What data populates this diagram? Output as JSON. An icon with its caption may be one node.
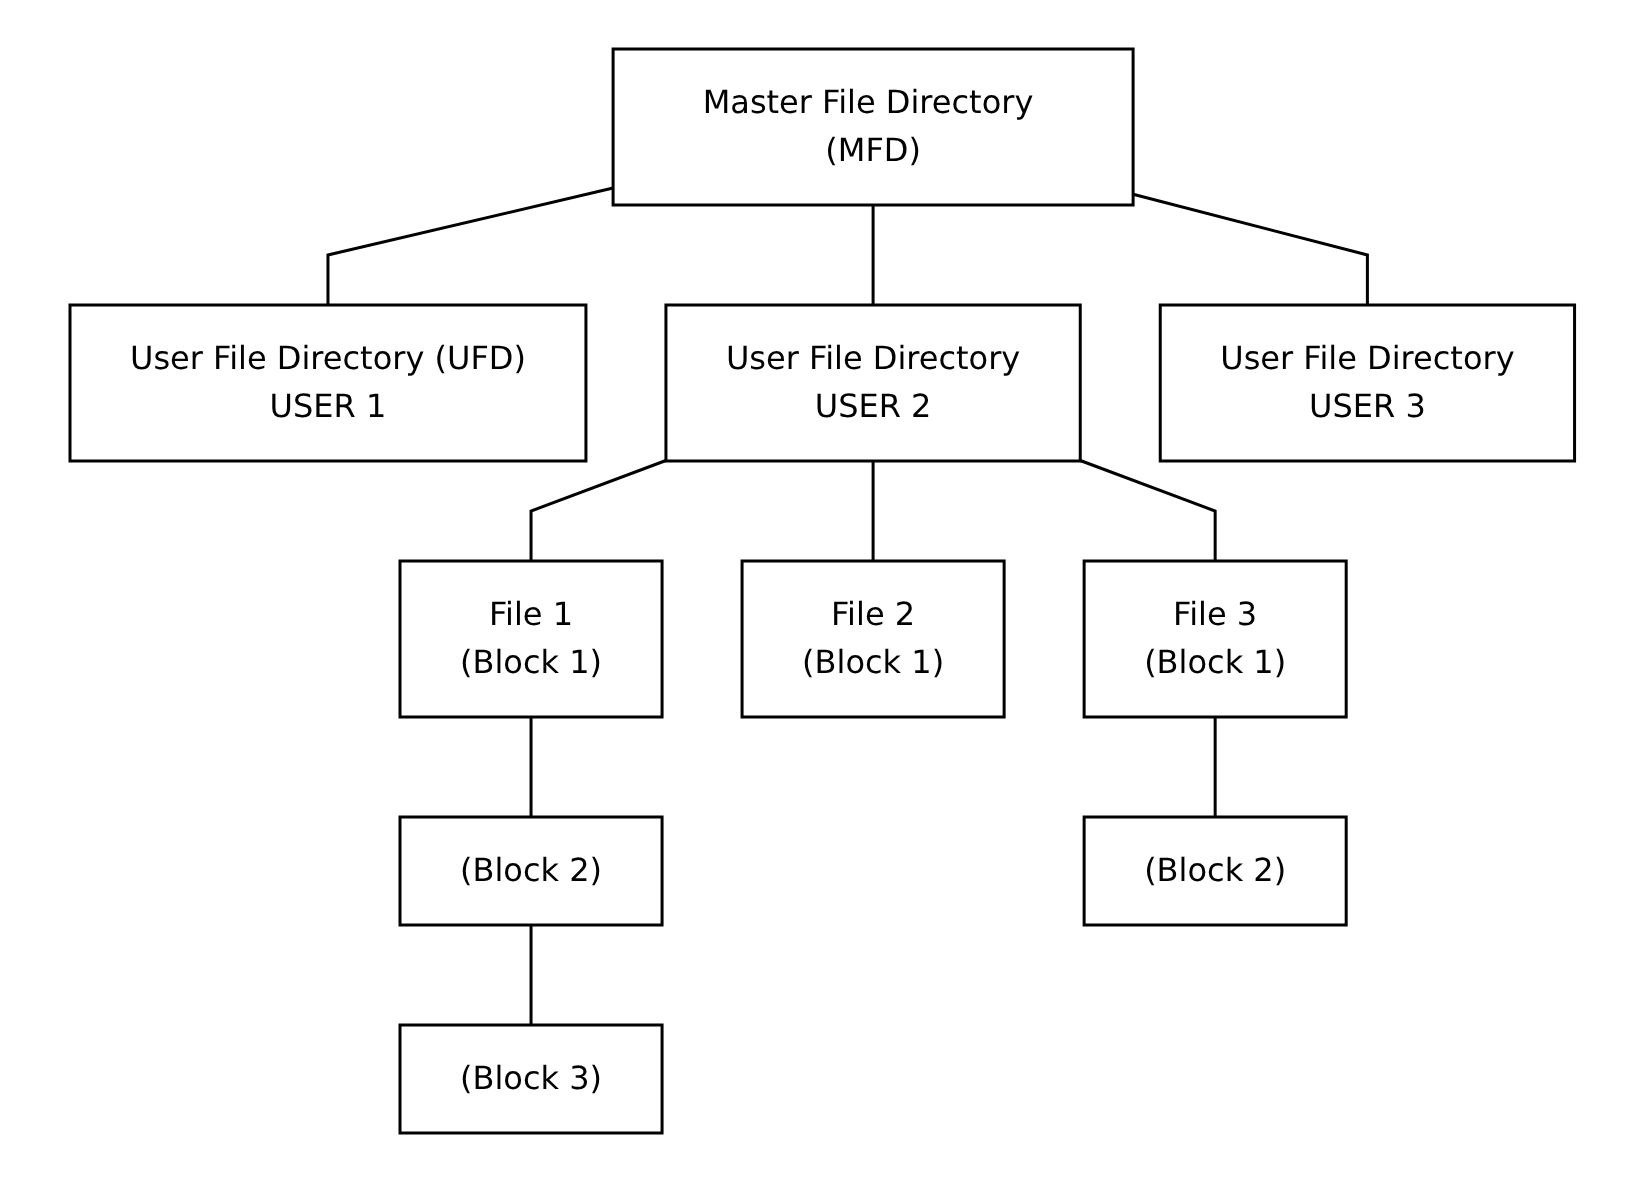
{
  "diagram": {
    "nodes": [
      {
        "text": [
          "Master File Directory (MFD)"
        ]
      },
      {
        "text": [
          "User File Directory (UFD)",
          "USER 1"
        ]
      },
      {
        "text": [
          "User File Directory",
          "USER 2"
        ]
      },
      {
        "text": [
          "User File Directory",
          "USER 3"
        ]
      },
      {
        "text": [
          "File 1",
          "(Block 1)"
        ]
      },
      {
        "text": [
          "File 2",
          "(Block 1)"
        ]
      },
      {
        "text": [
          "File 3",
          "(Block 1)"
        ]
      },
      {
        "text": [
          "(Block 2)"
        ]
      },
      {
        "text": [
          "(Block 2)"
        ]
      },
      {
        "text": [
          "(Block 3)"
        ]
      }
    ],
    "edges": [
      {
        "from": 0,
        "to": 1,
        "arrow": "none"
      },
      {
        "from": 0,
        "to": 2,
        "arrow": "none"
      },
      {
        "from": 0,
        "to": 3,
        "arrow": "none"
      },
      {
        "from": 2,
        "to": 4,
        "arrow": "none"
      },
      {
        "from": 2,
        "to": 5,
        "arrow": "none"
      },
      {
        "from": 2,
        "to": 6,
        "arrow": "none"
      },
      {
        "from": 4,
        "to": 7,
        "arrow": "none"
      },
      {
        "from": 7,
        "to": 9,
        "arrow": "none"
      },
      {
        "from": 6,
        "to": 8,
        "arrow": "none"
      }
    ]
  }
}
